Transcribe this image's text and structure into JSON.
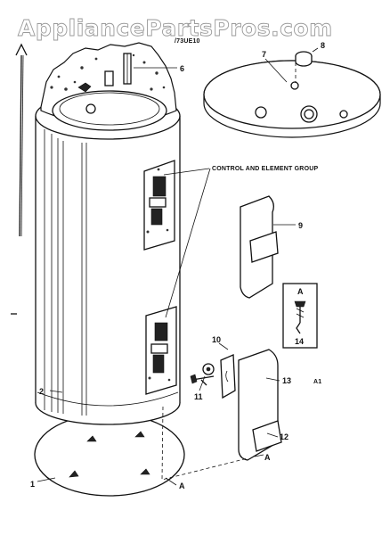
{
  "watermark": "AppliancePartsPros.com",
  "header_fragment": "/73UE10",
  "callouts": {
    "c1": "1",
    "c2": "2",
    "c6": "6",
    "c7": "7",
    "c8": "8",
    "c9": "9",
    "c10": "10",
    "c11": "11",
    "c12": "12",
    "c13": "13",
    "c14": "14",
    "a_bottom": "A",
    "a_panel": "A",
    "a_box": "A"
  },
  "group_caption": "CONTROL AND ELEMENT GROUP",
  "side_note": "A1"
}
